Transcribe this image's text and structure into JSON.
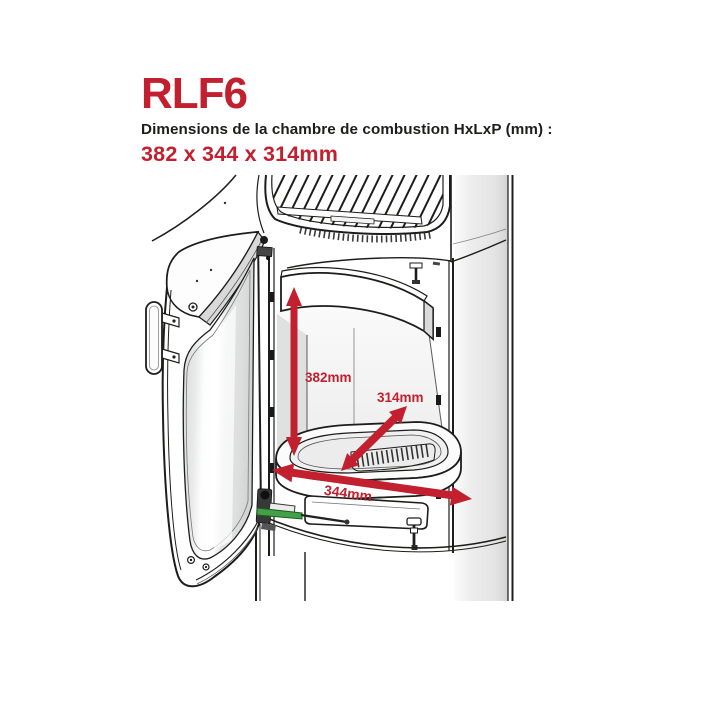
{
  "header": {
    "model": "RLF6",
    "subtitle": "Dimensions de la chambre de combustion HxLxP (mm) :",
    "dimensions_value": "382 x 344 x 314mm"
  },
  "diagram": {
    "labels": {
      "height": "382mm",
      "width": "344mm",
      "depth": "314mm"
    }
  },
  "colors": {
    "accent_red": "#c2202e",
    "line_black": "#1d1d1b",
    "hinge_green": "#43a047",
    "background": "#ffffff"
  }
}
